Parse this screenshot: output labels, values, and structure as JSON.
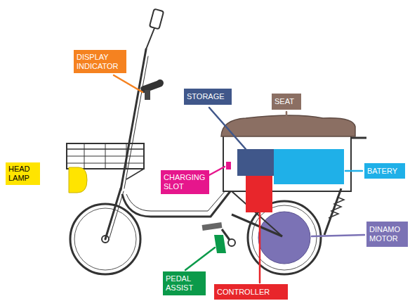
{
  "diagram": {
    "nodes": [
      {
        "text": [
          "DISPLAY INDICATOR"
        ]
      },
      {
        "text": [
          "STORAGE"
        ]
      },
      {
        "text": [
          "SEAT"
        ]
      },
      {
        "text": [
          "HEAD LAMP"
        ]
      },
      {
        "text": [
          "CHARGING SLOT"
        ]
      },
      {
        "text": [
          "BATERY"
        ]
      },
      {
        "text": [
          "DINAMO MOTOR"
        ]
      },
      {
        "text": [
          "PEDAL ASSIST"
        ]
      },
      {
        "text": [
          "CONTROLLER"
        ]
      }
    ]
  }
}
